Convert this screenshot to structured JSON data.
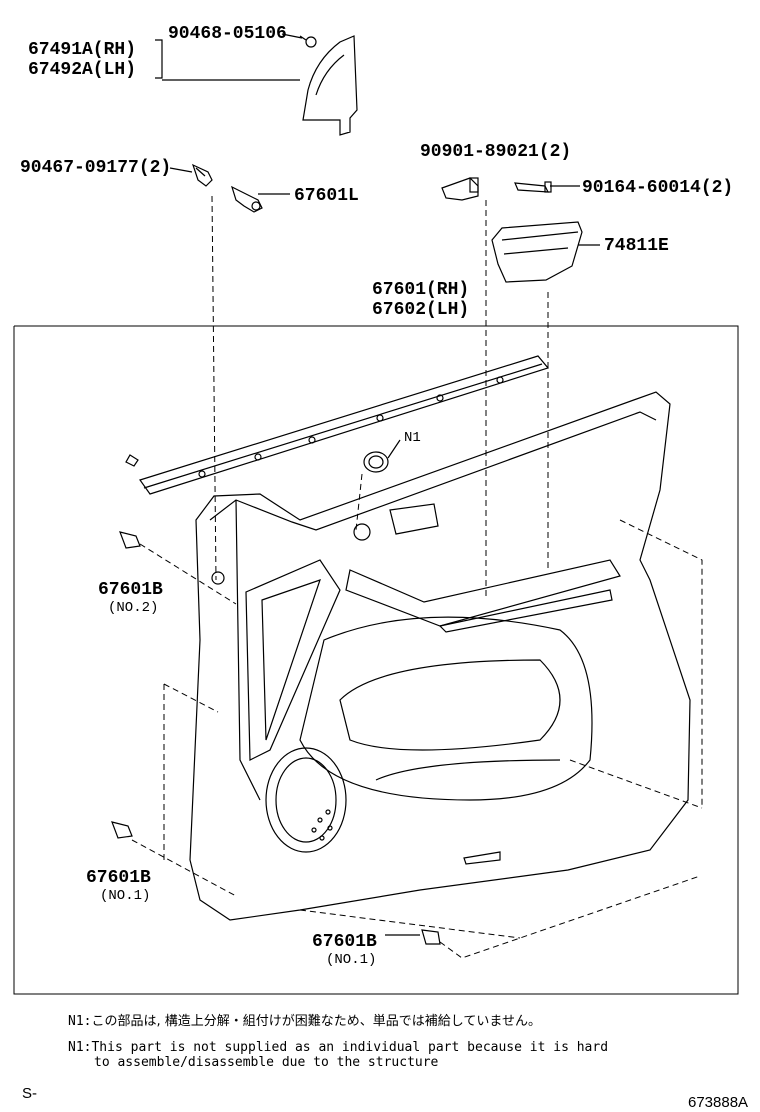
{
  "parts": {
    "p67491a": "67491A(RH)",
    "p67492a": "67492A(LH)",
    "p90468": "90468-05106",
    "p90467": "90467-09177(2)",
    "p67601l": "67601L",
    "p90901": "90901-89021(2)",
    "p90164": "90164-60014(2)",
    "p74811e": "74811E",
    "p67601": "67601(RH)",
    "p67602": "67602(LH)",
    "n1_marker": "N1",
    "clip_top": "67601B",
    "clip_top_sub": "(NO.2)",
    "clip_mid": "67601B",
    "clip_mid_sub": "(NO.1)",
    "clip_bottom": "67601B",
    "clip_bottom_sub": "(NO.1)"
  },
  "notes": {
    "jp_prefix": "N1:",
    "jp_text": "この部品は, 構造上分解・組付けが困難なため、単品では補給していません。",
    "en_line1": "N1:This part is not supplied as an individual part because it is hard",
    "en_line2": "to assemble/disassemble due to the structure"
  },
  "footer": {
    "left_mark": "S-",
    "diagram_id": "673888A"
  }
}
